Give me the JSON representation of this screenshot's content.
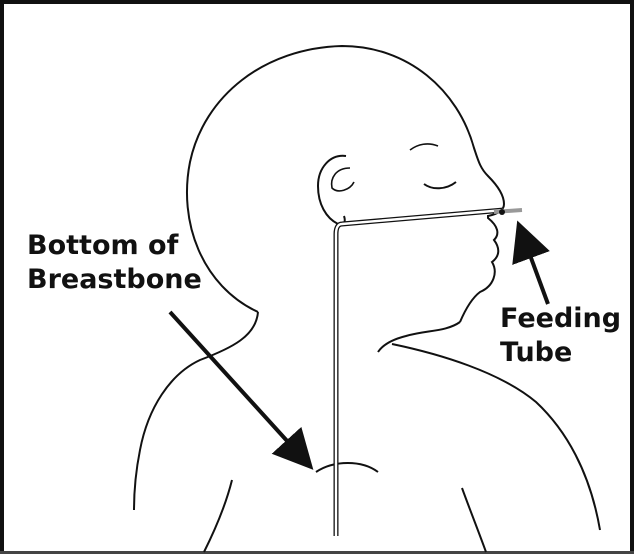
{
  "labels": {
    "breastbone": [
      "Bottom of",
      "Breastbone"
    ],
    "feeding_tube": [
      "Feeding",
      "Tube"
    ]
  },
  "colors": {
    "ink": "#111111",
    "tube": "#9a9a9a",
    "background": "#ffffff"
  }
}
